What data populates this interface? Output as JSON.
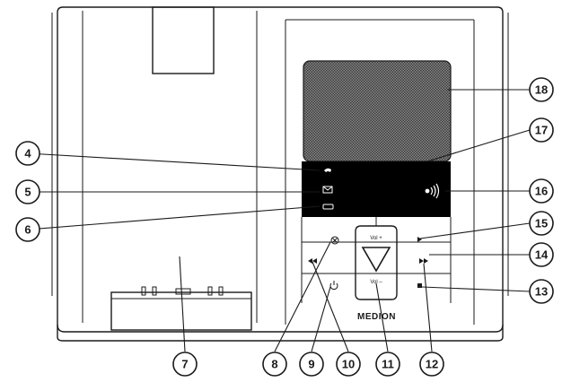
{
  "device": {
    "brand": "MEDION",
    "vol_up_label": "Vol +",
    "vol_down_label": "Vol –"
  },
  "callouts": [
    "4",
    "5",
    "6",
    "7",
    "8",
    "9",
    "10",
    "11",
    "12",
    "13",
    "14",
    "15",
    "16",
    "17",
    "18"
  ],
  "icons": {
    "phone": "phone-icon",
    "message": "envelope-icon",
    "battery": "battery-icon",
    "signal": "signal-icon",
    "delete": "delete-icon",
    "power": "power-icon",
    "rewind": "rewind-icon",
    "forward": "fast-forward-icon",
    "play": "play-icon",
    "stop": "stop-icon",
    "center": "down-triangle-icon"
  },
  "colors": {
    "display": "#000000",
    "speaker": "#5a5a5a",
    "line": "#1a1a1a"
  }
}
